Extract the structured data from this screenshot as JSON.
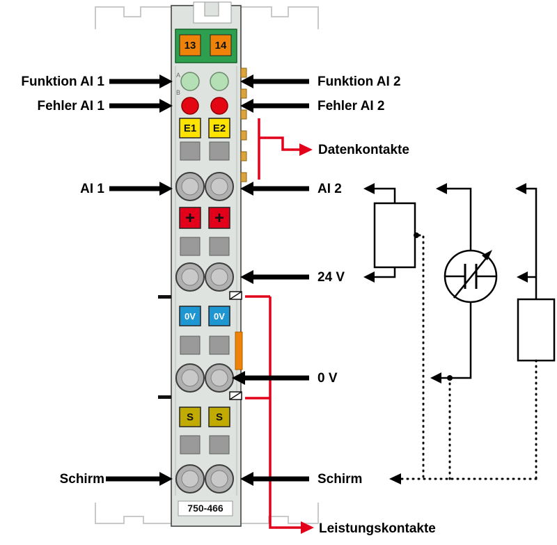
{
  "module": {
    "part_number": "750-466",
    "terminal_13": "13",
    "terminal_14": "14",
    "e1": "E1",
    "e2": "E2",
    "plus_marker": "+",
    "zero_volt_marker": "0V",
    "shield_marker": "S",
    "led_a": "A",
    "led_b": "B"
  },
  "labels": {
    "left": {
      "funktion_ai1": "Funktion AI 1",
      "fehler_ai1": "Fehler AI 1",
      "ai1": "AI 1",
      "schirm": "Schirm"
    },
    "right": {
      "funktion_ai2": "Funktion AI 2",
      "fehler_ai2": "Fehler AI 2",
      "datenkontakte": "Datenkontakte",
      "ai2": "AI 2",
      "v24": "24 V",
      "v0": "0 V",
      "schirm": "Schirm",
      "leistungskontakte": "Leistungskontakte"
    }
  },
  "colors": {
    "annotation_red": "#e2001a",
    "connector_green": "#2e9e4f",
    "terminal_orange": "#ef8208",
    "marker_yellow": "#ffe300",
    "marker_blue": "#1e96d2",
    "marker_olive": "#c1ab00",
    "led_green": "#b5e0b5",
    "led_red": "#e30613",
    "housing_gray": "#dfe3df",
    "contact_gray": "#9a9a9a"
  }
}
